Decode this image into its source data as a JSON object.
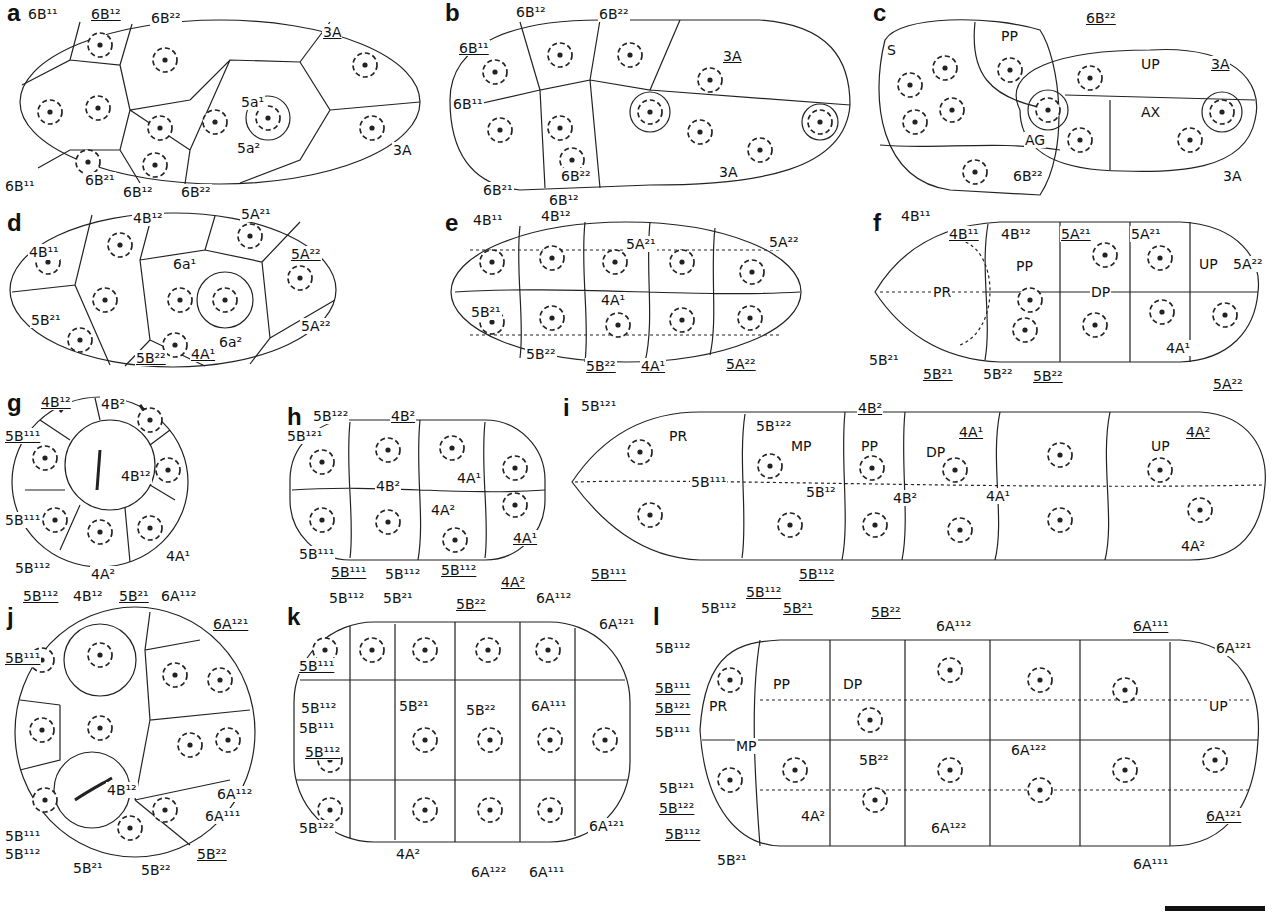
{
  "diagram": {
    "labels": [
      "a",
      "6B¹¹",
      "6B¹²",
      "6B²²",
      "3A",
      "5a¹",
      "5a²",
      "3A",
      "6B¹¹",
      "6B²¹",
      "6B¹²",
      "6B²²",
      "b",
      "6B¹²",
      "6B²²",
      "6B¹¹",
      "3A",
      "6B¹¹",
      "3A",
      "6B²¹",
      "6B²²",
      "6B¹²",
      "c",
      "S",
      "PP",
      "6B²²",
      "UP",
      "3A",
      "AG",
      "AX",
      "6B²²",
      "3A",
      "d",
      "4B¹²",
      "5A²¹",
      "4B¹¹",
      "6a¹",
      "6a²",
      "5A²²",
      "5B²¹",
      "5A²²",
      "5B²²",
      "4A¹",
      "e",
      "4B¹¹",
      "4B¹²",
      "5A²¹",
      "5A²²",
      "5B²¹",
      "4A¹",
      "5B²²",
      "5B²²",
      "4A¹",
      "5A²²",
      "f",
      "4B¹¹",
      "4B¹¹",
      "4B¹²",
      "5A²¹",
      "5A²¹",
      "5A²²",
      "PR",
      "PP",
      "DP",
      "UP",
      "4A¹",
      "5B²¹",
      "5B²¹",
      "5B²²",
      "5B²²",
      "5A²²",
      "g",
      "4B¹²",
      "4B²",
      "5B¹¹¹",
      "4B¹²",
      "5B¹¹¹",
      "4A¹",
      "5B¹¹²",
      "4A²",
      "h",
      "5B¹²²",
      "4B²",
      "5B¹²¹",
      "4B²",
      "4A¹",
      "4A²",
      "4A¹",
      "5B¹¹¹",
      "5B¹¹¹",
      "5B¹¹²",
      "5B¹¹²",
      "4A²",
      "i",
      "5B¹²¹",
      "5B¹²²",
      "4B²",
      "PR",
      "MP",
      "PP",
      "DP",
      "4A¹",
      "UP",
      "4A²",
      "5B¹¹¹",
      "5B¹²",
      "4B²",
      "4A¹",
      "4A²",
      "5B¹¹¹",
      "5B¹¹²",
      "j",
      "5B¹¹²",
      "4B¹²",
      "5B²¹",
      "6A¹¹²",
      "6A¹²¹",
      "5B¹¹¹",
      "4B¹²",
      "6A¹¹²",
      "6A¹¹¹",
      "5B¹¹¹",
      "5B¹¹²",
      "5B²¹",
      "5B²²",
      "5B²²",
      "k",
      "5B¹¹²",
      "5B²¹",
      "5B²²",
      "6A¹¹²",
      "6A¹²¹",
      "5B¹¹¹",
      "5B¹¹²",
      "5B²¹",
      "5B²²",
      "6A¹¹¹",
      "5B¹¹¹",
      "5B¹¹²",
      "5B¹²²",
      "6A¹²¹",
      "4A²",
      "6A¹²²",
      "6A¹¹¹",
      "l",
      "5B¹¹²",
      "5B¹¹²",
      "5B²¹",
      "5B²²",
      "6A¹¹²",
      "6A¹¹¹",
      "6A¹²¹",
      "5B¹¹²",
      "5B¹¹¹",
      "5B¹²¹",
      "PR",
      "PP",
      "DP",
      "UP",
      "5B¹¹¹",
      "MP",
      "6A¹²²",
      "5B²²",
      "5B¹²¹",
      "5B¹²²",
      "4A²",
      "5B¹¹²",
      "5B²¹",
      "6A¹²²",
      "6A¹²¹",
      "6A¹¹¹"
    ]
  }
}
